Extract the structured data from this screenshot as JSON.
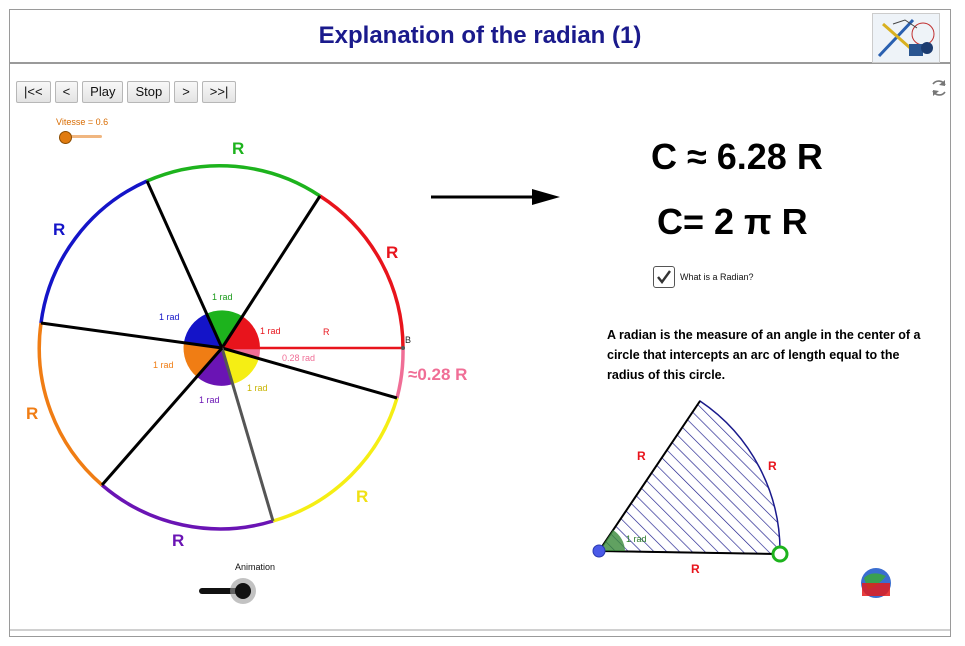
{
  "header": {
    "title": "Explanation of the radian (1)"
  },
  "toolbar": {
    "first_label": "|<<",
    "prev_label": "<",
    "play_label": "Play",
    "stop_label": "Stop",
    "next_label": ">",
    "last_label": ">>|"
  },
  "speed": {
    "label": "Vitesse = 0.6",
    "value": 0.6
  },
  "circle": {
    "arc_labels": [
      "R",
      "R",
      "R",
      "R",
      "R",
      "R"
    ],
    "sector_labels": [
      "1 rad",
      "1 rad",
      "1 rad",
      "1 rad",
      "1 rad",
      "1 rad"
    ],
    "remainder_label": "0.28 rad",
    "radius_label": "R",
    "point_label": "B",
    "remainder_arc_label": "≈0.28 R"
  },
  "formulas": {
    "approx": "C ≈  6.28 R",
    "exact": "C= 2 π R"
  },
  "checkbox": {
    "label": "What is a Radian?",
    "checked": true
  },
  "definition": "A radian is the measure of an angle in the center of a circle that intercepts an arc of length equal to the radius of this circle.",
  "sector": {
    "radius_left_label": "R",
    "arc_label": "R",
    "radius_bottom_label": "R",
    "angle_label": "1 rad"
  },
  "animation": {
    "label": "Animation"
  },
  "colors": {
    "title": "#1a1a8c",
    "green": "#1db31d",
    "red": "#e8141c",
    "yellow": "#f5ee14",
    "purple": "#6a14b4",
    "orange": "#f07d14",
    "blue": "#1414c8",
    "pink": "#f06e96",
    "orange_slider": "#e07b10"
  },
  "icons": {
    "refresh": "refresh-icon",
    "logo": "geometry-logo-icon",
    "globe": "globe-logo-icon"
  }
}
